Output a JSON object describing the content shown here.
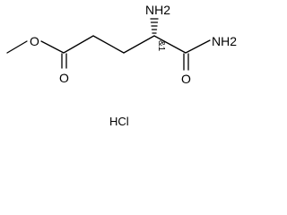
{
  "molecule": {
    "atoms": {
      "ester_oxygen": "O",
      "ester_carbonyl_oxygen": "O",
      "amine": "NH2",
      "amide_nitrogen": "NH2",
      "amide_carbonyl_oxygen": "O"
    },
    "stereo_annotation": "&1",
    "salt": "HCl"
  },
  "colors": {
    "bonds": "#000000",
    "text": "#000000",
    "background": "#ffffff"
  }
}
